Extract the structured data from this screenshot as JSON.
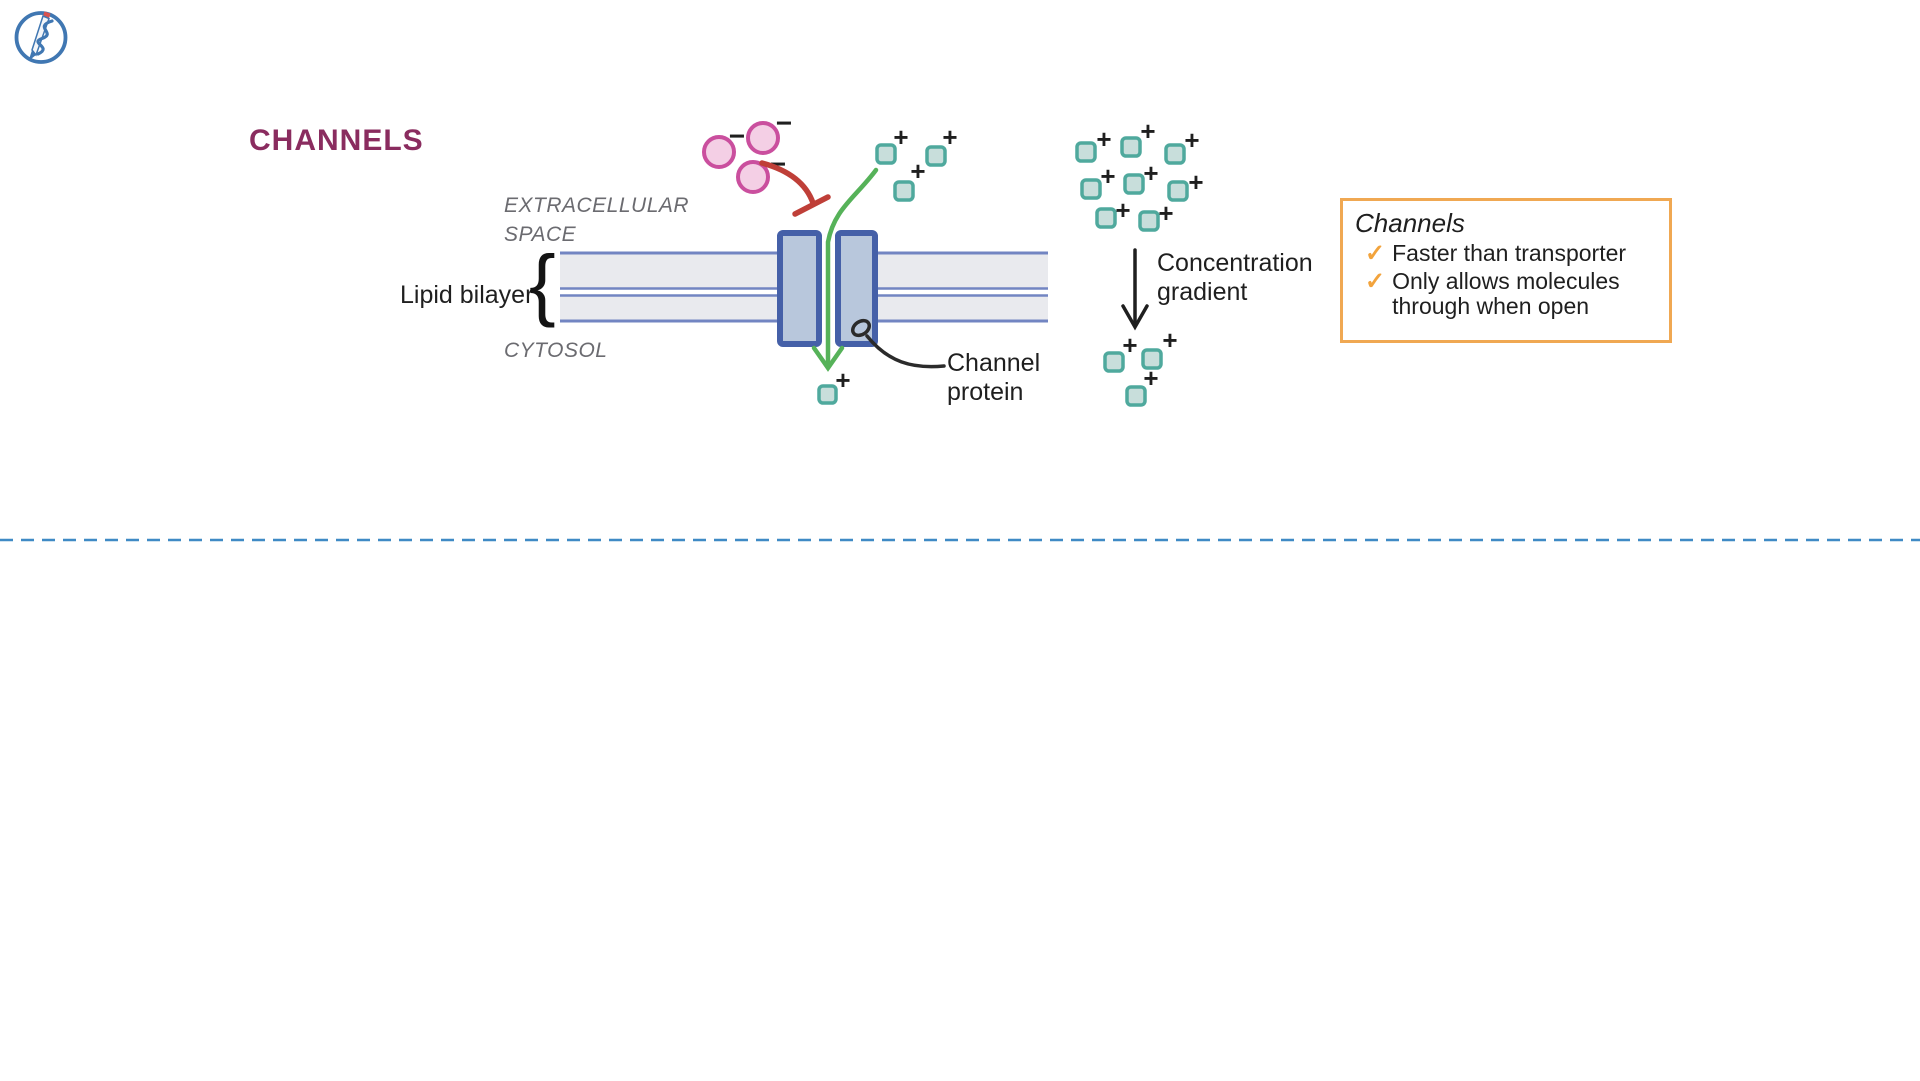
{
  "page": {
    "title": "CHANNELS"
  },
  "labels": {
    "extracellular": "EXTRACELLULAR\nSPACE",
    "lipid_bilayer": "Lipid bilayer",
    "cytosol": "CYTOSOL",
    "channel_protein": "Channel\nprotein",
    "concentration_gradient": "Concentration\ngradient"
  },
  "info_box": {
    "title": "Channels",
    "items": [
      {
        "text": "Faster than transporter"
      },
      {
        "text": "Only allows molecules\nthrough when open"
      }
    ]
  },
  "symbols": {
    "plus": "+",
    "minus": "−",
    "brace": "{",
    "check": "✓"
  },
  "molecules": {
    "anions_blocked": 3,
    "cations_extracellular_near_channel": 3,
    "cations_top_cluster": 8,
    "cations_below_membrane_cluster": 3,
    "cation_through_channel": 1
  },
  "colors": {
    "title": "#8a2c5f",
    "membrane_fill": "#e9eaee",
    "membrane_line": "#7285c2",
    "channel_fill": "#b8c7dc",
    "channel_border": "#4560a8",
    "cation_fill": "#c8dedb",
    "cation_border": "#4fa99d",
    "anion_fill": "#f4cfe5",
    "anion_border": "#ca4f9e",
    "green_arrow": "#56b259",
    "red_blocked_arrow": "#bf3f38",
    "concentration_arrow": "#1f1f1f",
    "dashed_divider": "#3f8ac5",
    "info_box_border": "#f0a852",
    "check": "#f2a33c",
    "gray_label": "#6b6b70",
    "logo_blue": "#4077b2"
  }
}
